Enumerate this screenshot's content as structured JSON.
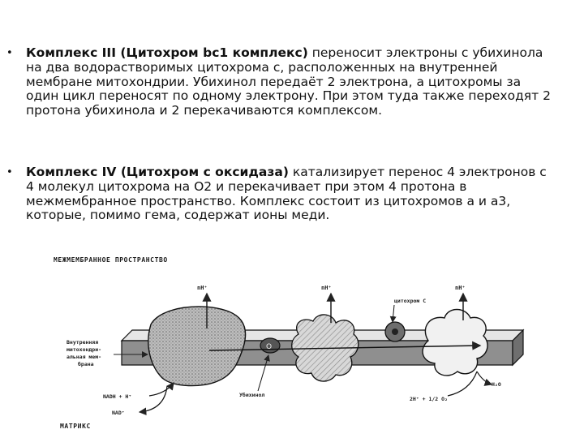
{
  "bullets": [
    {
      "marker": "•",
      "lead": "Комплекс III (Цитохром bc1 комплекс)",
      "text": " переносит электроны с убихинола на два водорастворимых цитохрома с, расположенных на внутренней мембране митохондрии. Убихинол передаёт 2 электрона, а цитохромы за один цикл переносят по одному электрону. При этом туда также переходят 2 протона убихинола и 2 перекачиваются комплексом."
    },
    {
      "marker": "•",
      "lead": "Комплекс IV (Цитохром с оксидаза)",
      "text": " катализирует перенос 4 электронов с 4 молекул цитохрома на O2 и перекачивает при этом 4 протона в межмембранное пространство. Комплекс состоит из цитохромов a и a3, которые, помимо гема, содержат ионы меди."
    }
  ],
  "diagram": {
    "intermembrane_label": "МЕЖМЕМБРАННОЕ ПРОСТРАНСТВО",
    "matrix_label": "МАТРИКС",
    "inner_membrane_label": [
      "Внутренняя",
      "митохондри-",
      "альная мем-",
      "брана"
    ],
    "h_plus_labels": [
      "nH⁺",
      "nH⁺",
      "nH⁺"
    ],
    "cytochrome_c_label": "цитохром С",
    "ubiquinol_label": "Убихинол",
    "nadh_label": "NADH + H⁺",
    "nad_label": "NAD⁺",
    "water_label": "H₂O",
    "oxygen_reaction_label": "2H⁺ + 1/2 O₂"
  }
}
